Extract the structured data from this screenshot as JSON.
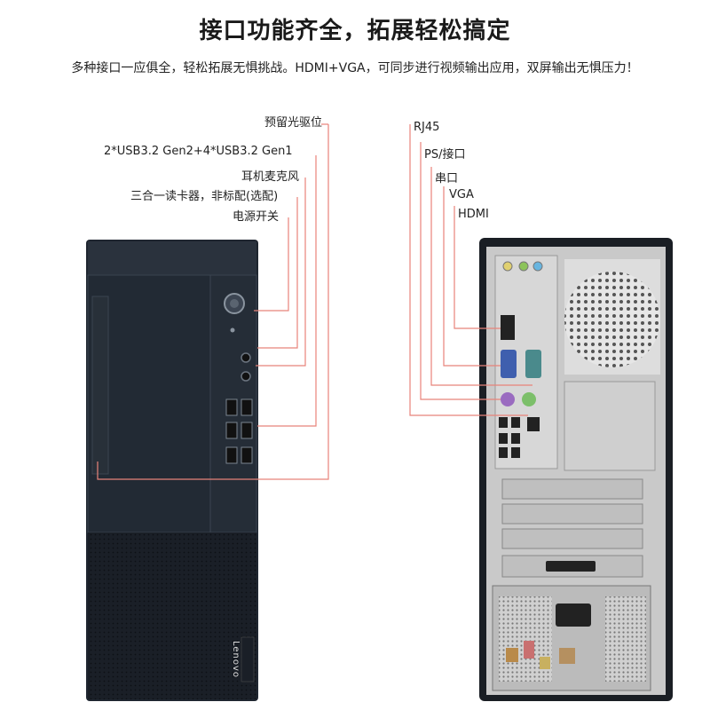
{
  "header": {
    "title": "接口功能齐全，拓展轻松搞定",
    "subtitle": "多种接口一应俱全，轻松拓展无惧挑战。HDMI+VGA，可同步进行视频输出应用，双屏输出无惧压力！"
  },
  "front_labels": [
    "预留光驱位",
    "2*USB3.2 Gen2+4*USB3.2 Gen1",
    "耳机麦克风",
    "三合一读卡器，非标配(选配)",
    "电源开关"
  ],
  "rear_labels": [
    "RJ45",
    "PS/接口",
    "串口",
    "VGA",
    "HDMI"
  ],
  "brand": "Lenovo",
  "colors": {
    "leader": "#e8837a",
    "case": "#1e2530",
    "rear": "#c8c8c8"
  }
}
